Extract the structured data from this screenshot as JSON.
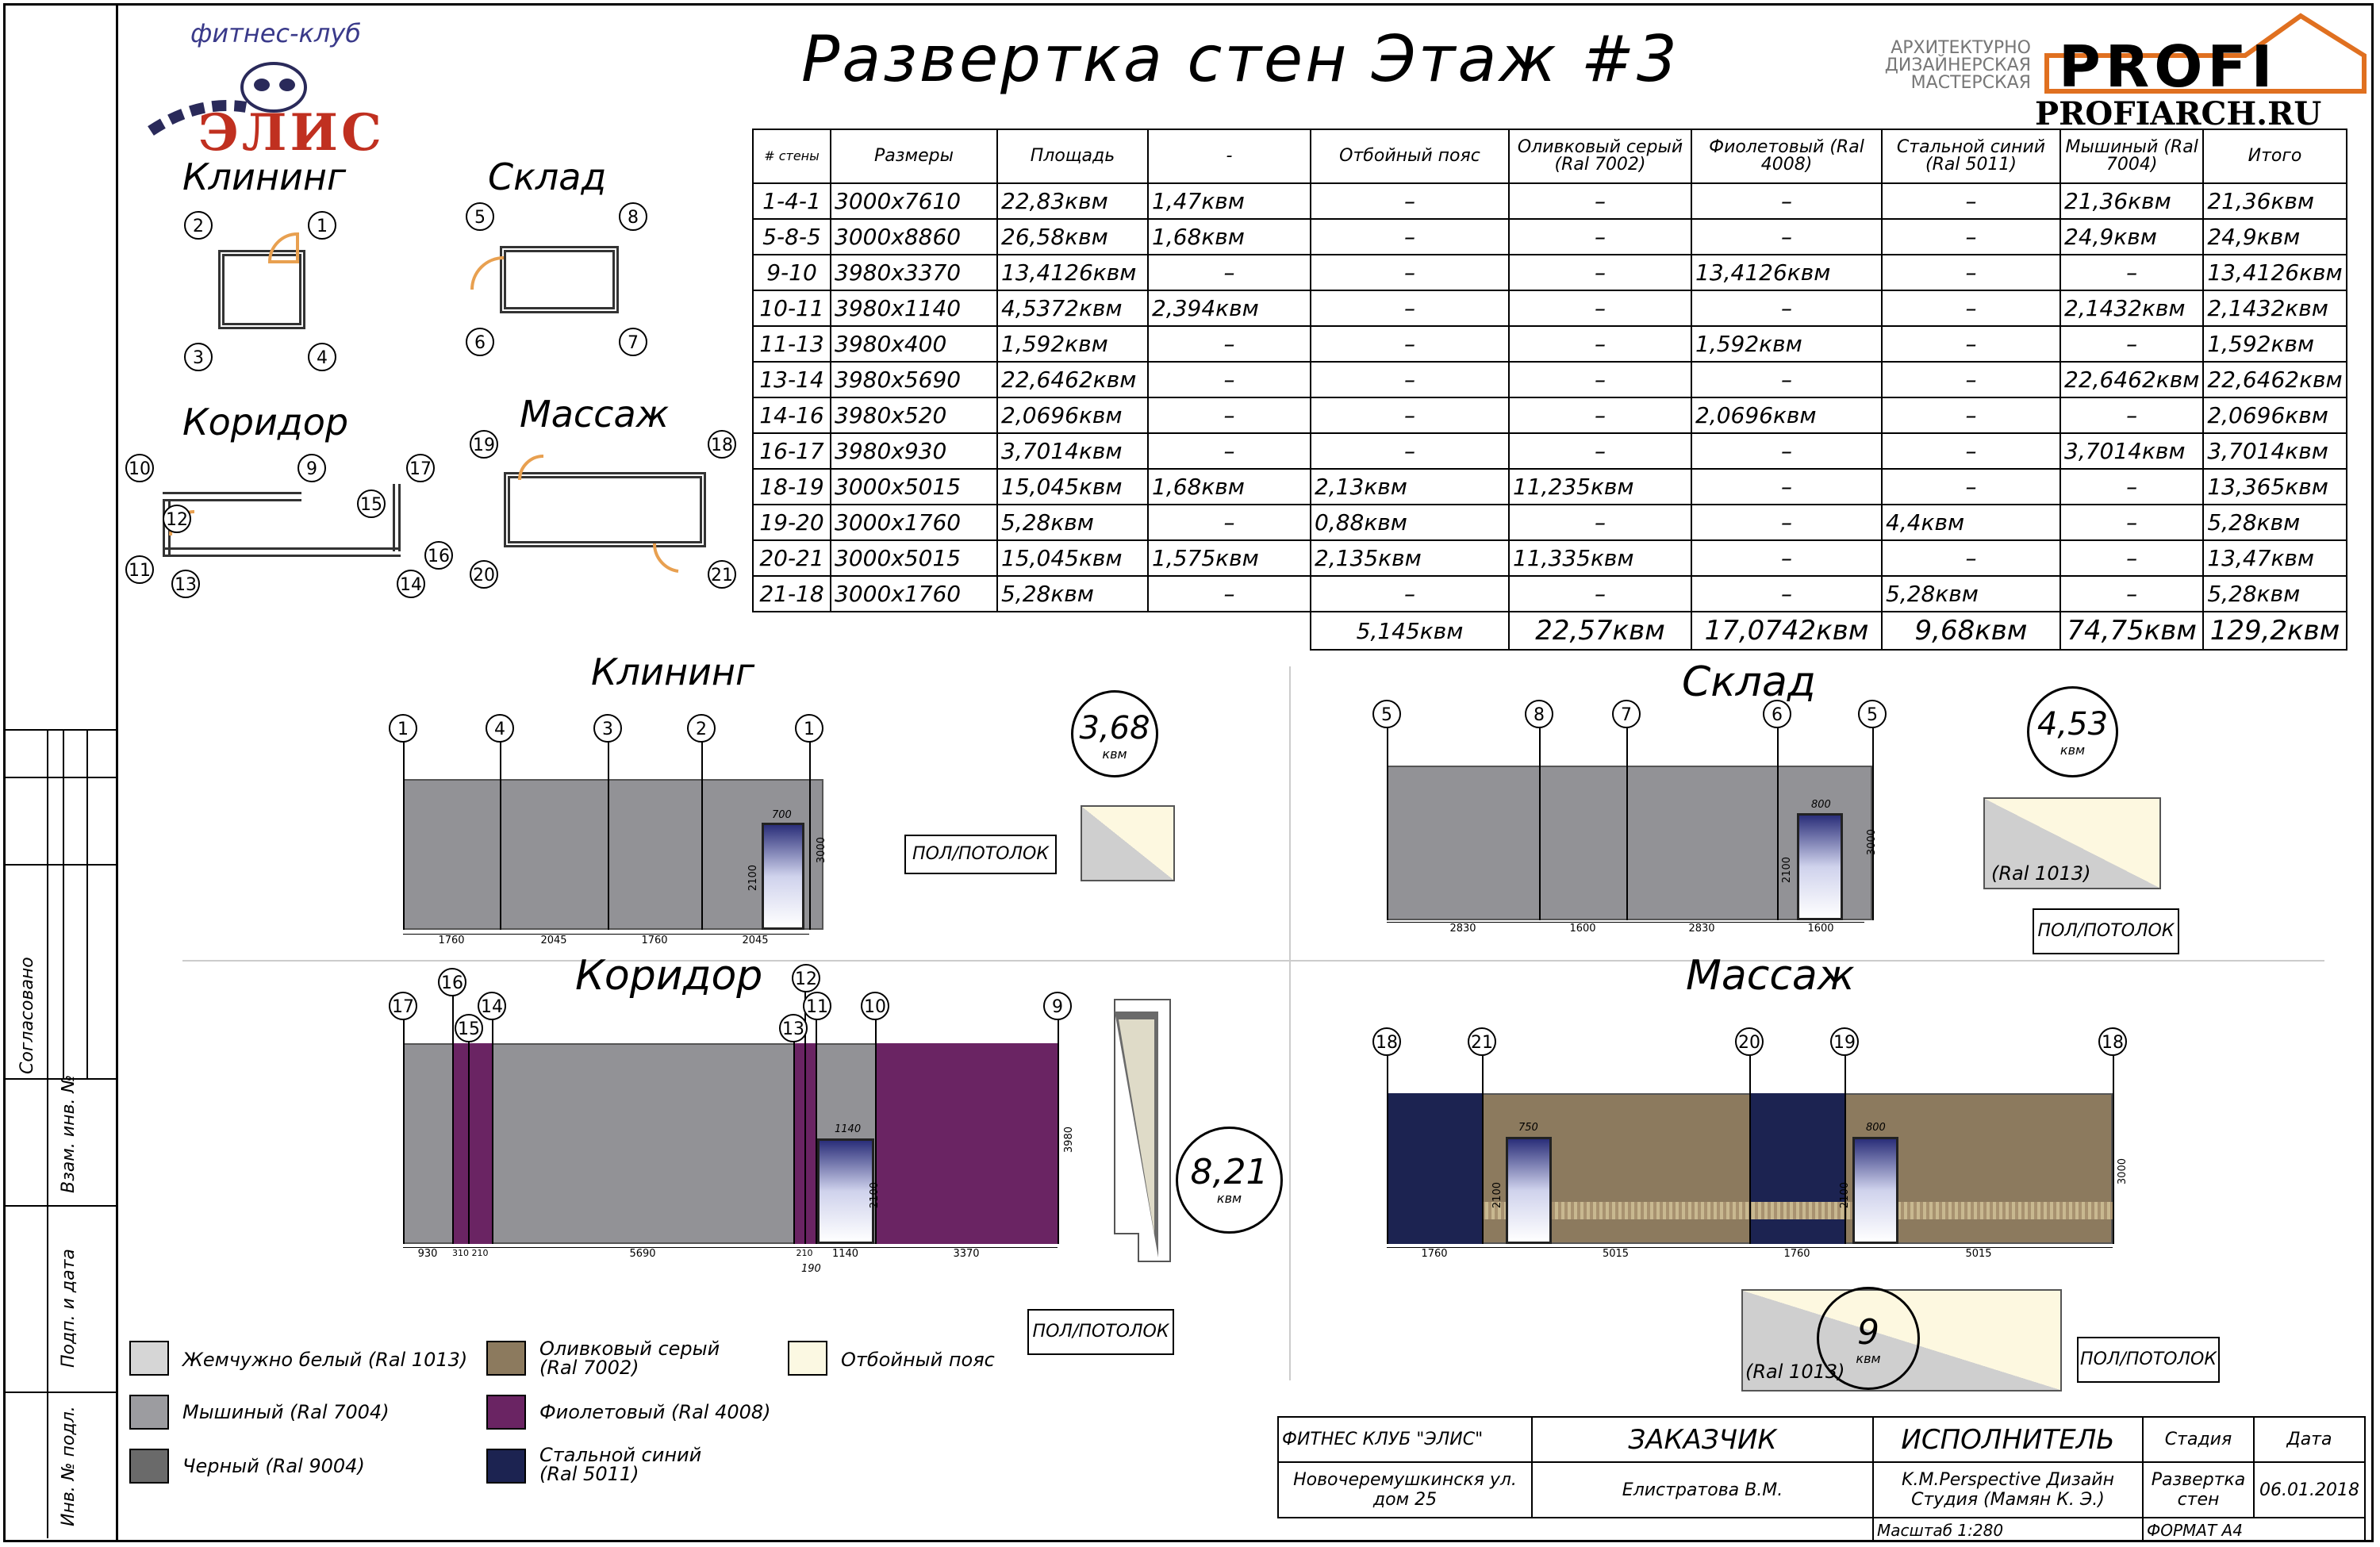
{
  "title": "Развертка стен Этаж #3",
  "logo": {
    "top": "фитнес-клуб",
    "name": "ЭЛИС"
  },
  "brand": {
    "line1": "АРХИТЕКТУРНО",
    "line2": "ДИЗАЙНЕРСКАЯ",
    "line3": "МАСТЕРСКАЯ",
    "name": "PROFI",
    "site": "PROFIARCH.RU"
  },
  "plans": {
    "cleaning": "Клининг",
    "storage": "Склад",
    "corridor": "Коридор",
    "massage": "Массаж"
  },
  "table": {
    "headers": [
      "# стены",
      "Размеры",
      "Площадь",
      "-",
      "Отбойный пояс",
      "Оливковый серый (Ral 7002)",
      "Фиолетовый (Ral 4008)",
      "Стальной синий (Ral 5011)",
      "Мышиный (Ral 7004)",
      "Итого"
    ],
    "rows": [
      [
        "1-4-1",
        "3000х7610",
        "22,83квм",
        "1,47квм",
        "–",
        "–",
        "–",
        "–",
        "21,36квм",
        "21,36квм"
      ],
      [
        "5-8-5",
        "3000х8860",
        "26,58квм",
        "1,68квм",
        "–",
        "–",
        "–",
        "–",
        "24,9квм",
        "24,9квм"
      ],
      [
        "9-10",
        "3980х3370",
        "13,4126квм",
        "–",
        "–",
        "–",
        "13,4126квм",
        "–",
        "–",
        "13,4126квм"
      ],
      [
        "10-11",
        "3980х1140",
        "4,5372квм",
        "2,394квм",
        "–",
        "–",
        "–",
        "–",
        "2,1432квм",
        "2,1432квм"
      ],
      [
        "11-13",
        "3980х400",
        "1,592квм",
        "–",
        "–",
        "–",
        "1,592квм",
        "–",
        "–",
        "1,592квм"
      ],
      [
        "13-14",
        "3980х5690",
        "22,6462квм",
        "–",
        "–",
        "–",
        "–",
        "–",
        "22,6462квм",
        "22,6462квм"
      ],
      [
        "14-16",
        "3980х520",
        "2,0696квм",
        "–",
        "–",
        "–",
        "2,0696квм",
        "–",
        "–",
        "2,0696квм"
      ],
      [
        "16-17",
        "3980х930",
        "3,7014квм",
        "–",
        "–",
        "–",
        "–",
        "–",
        "3,7014квм",
        "3,7014квм"
      ],
      [
        "18-19",
        "3000х5015",
        "15,045квм",
        "1,68квм",
        "2,13квм",
        "11,235квм",
        "–",
        "–",
        "–",
        "13,365квм"
      ],
      [
        "19-20",
        "3000х1760",
        "5,28квм",
        "–",
        "0,88квм",
        "–",
        "–",
        "4,4квм",
        "–",
        "5,28квм"
      ],
      [
        "20-21",
        "3000х5015",
        "15,045квм",
        "1,575квм",
        "2,135квм",
        "11,335квм",
        "–",
        "–",
        "–",
        "13,47квм"
      ],
      [
        "21-18",
        "3000х1760",
        "5,28квм",
        "–",
        "–",
        "–",
        "–",
        "5,28квм",
        "–",
        "5,28квм"
      ]
    ],
    "totals": [
      "5,145квм",
      "22,57квм",
      "17,0742квм",
      "9,68квм",
      "74,75квм",
      "129,2квм"
    ]
  },
  "elevations": {
    "cleaning": {
      "title": "Клининг",
      "area": "3,68",
      "dims": [
        "1760",
        "2045",
        "1760",
        "2045"
      ],
      "door_w": "700",
      "door_h": "2100",
      "height": "3000"
    },
    "storage": {
      "title": "Склад",
      "area": "4,53",
      "dims": [
        "2830",
        "1600",
        "2830",
        "1600"
      ],
      "door_w": "800",
      "door_h": "2100",
      "height": "3000",
      "ceiling_label": "(Ral 1013)"
    },
    "corridor": {
      "title": "Коридор",
      "area": "8,21",
      "dims": [
        "930",
        "310",
        "210",
        "5690",
        "210",
        "1140",
        "3370"
      ],
      "dim_extra": "190",
      "door_w": "1140",
      "door_h": "2100",
      "height": "3980"
    },
    "massage": {
      "title": "Массаж",
      "area": "9",
      "dims": [
        "1760",
        "5015",
        "1760",
        "5015"
      ],
      "door1_w": "750",
      "door2_w": "800",
      "door_h": "2100",
      "height": "3000",
      "ceiling_label": "(Ral 1013)"
    }
  },
  "unit": "квм",
  "floor_ceiling": "ПОЛ/ПОТОЛОК",
  "legend": [
    {
      "label": "Жемчужно белый (Ral 1013)",
      "color": "#d6d6d6"
    },
    {
      "label": "Мышиный (Ral 7004)",
      "color": "#9c9ca0"
    },
    {
      "label": "Черный (Ral 9004)",
      "color": "#6a6a6a"
    },
    {
      "label": "Оливковый серый\n(Ral 7002)",
      "color": "#8c7a5e"
    },
    {
      "label": "Фиолетовый (Ral 4008)",
      "color": "#6a2463"
    },
    {
      "label": "Стальной синий\n(Ral 5011)",
      "color": "#1c2351"
    },
    {
      "label": "Отбойный пояс",
      "color": "#fbf8e2"
    }
  ],
  "stamp": {
    "client_name": "ФИТНЕС КЛУБ \"ЭЛИС\"",
    "address": "Новочеремушкинскя ул. дом 25",
    "customer_label": "ЗАКАЗЧИК",
    "customer": "Елистратова В.М.",
    "executor_label": "ИСПОЛНИТЕЛЬ",
    "executor": "K.M.Perspective Дизайн Студия (Мамян К. Э.)",
    "stage_label": "Стадия",
    "stage": "Развертка стен",
    "date_label": "Дата",
    "date": "06.01.2018",
    "scale": "Масштаб 1:280",
    "format": "ФОРМАТ А4"
  },
  "side_stamp": [
    "Согласовано",
    "Взам. инв. №",
    "Подп. и дата",
    "Инв. № подл."
  ]
}
